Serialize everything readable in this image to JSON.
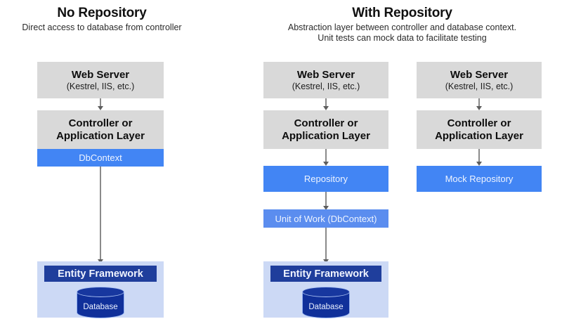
{
  "headers": {
    "left": {
      "title": "No Repository",
      "subtitle": "Direct access to database from controller"
    },
    "right": {
      "title": "With Repository",
      "subtitle_line1": "Abstraction layer between controller and database context.",
      "subtitle_line2": "Unit tests can mock data to facilitate testing"
    }
  },
  "labels": {
    "web_server": "Web Server",
    "web_server_sub": "(Kestrel, IIS, etc.)",
    "controller_line1": "Controller or",
    "controller_line2": "Application Layer",
    "dbcontext": "DbContext",
    "repository": "Repository",
    "mock_repository": "Mock Repository",
    "unit_of_work": "Unit of Work (DbContext)",
    "entity_framework": "Entity Framework",
    "database": "Database"
  },
  "columns": [
    {
      "id": "no-repository",
      "nodes": [
        "Web Server",
        "Controller or Application Layer",
        "DbContext",
        "Entity Framework",
        "Database"
      ]
    },
    {
      "id": "with-repository",
      "nodes": [
        "Web Server",
        "Controller or Application Layer",
        "Repository",
        "Unit of Work (DbContext)",
        "Entity Framework",
        "Database"
      ]
    },
    {
      "id": "with-repository-mocked",
      "nodes": [
        "Web Server",
        "Controller or Application Layer",
        "Mock Repository"
      ]
    }
  ],
  "colors": {
    "box_gray": "#d9d9d9",
    "bar_blue": "#4285f4",
    "bar_blue_light": "#5b8def",
    "ef_group": "#ccd9f5",
    "ef_bar": "#1f3e9c",
    "database": "#10309a",
    "arrow": "#8a8a8a",
    "background": "#ffffff"
  }
}
